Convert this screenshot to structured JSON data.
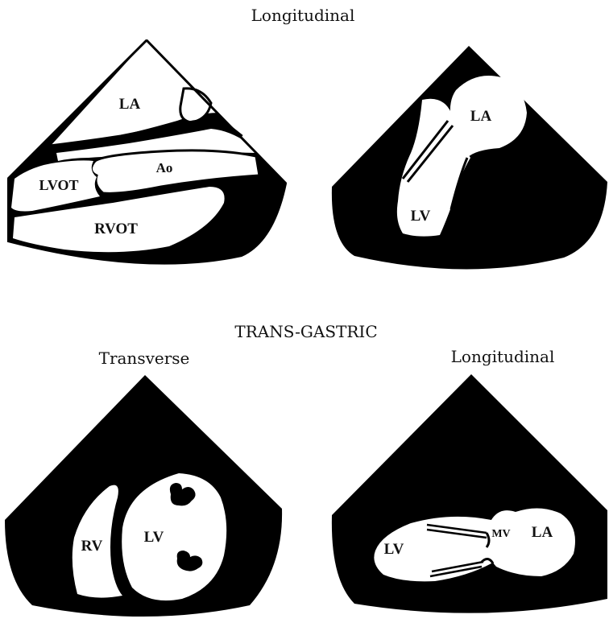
{
  "captions": {
    "top": "Longitudinal",
    "middle": "TRANS-GASTRIC",
    "bottom_left": "Transverse",
    "bottom_right": "Longitudinal"
  },
  "panels": {
    "top_left": {
      "la": "LA",
      "ao": "Ao",
      "lvot": "LVOT",
      "rvot": "RVOT"
    },
    "top_right": {
      "la": "LA",
      "lv": "LV"
    },
    "bottom_left": {
      "rv": "RV",
      "lv": "LV"
    },
    "bottom_right": {
      "lv": "LV",
      "mv": "MV",
      "la": "LA"
    }
  },
  "colors": {
    "sector": "#000000",
    "chamber": "#ffffff",
    "ink": "#111111"
  }
}
